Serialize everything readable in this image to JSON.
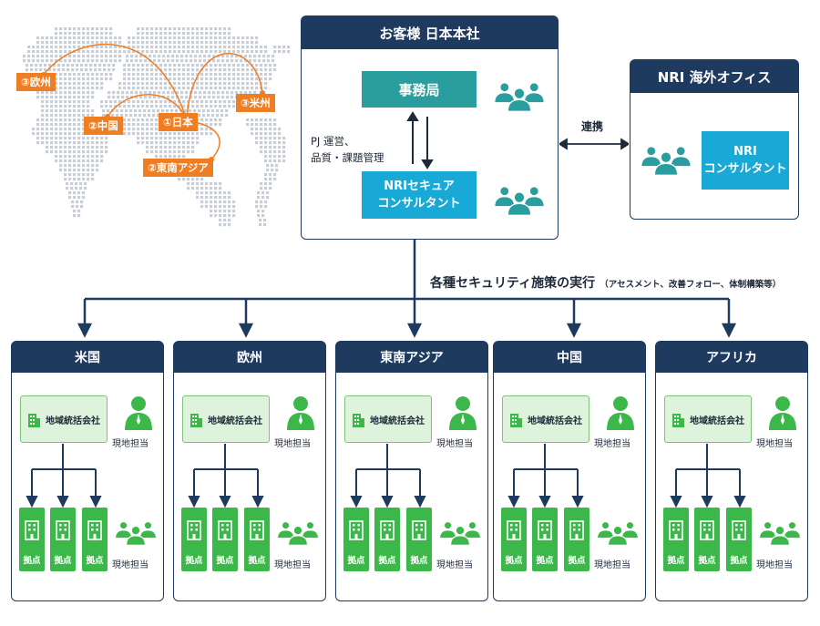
{
  "map": {
    "tags": [
      "③欧州",
      "②中国",
      "①日本",
      "③米州",
      "②東南アジア"
    ]
  },
  "hq": {
    "title": "お客様 日本本社",
    "office_box": "事務局",
    "consultant_box_line1": "NRIセキュア",
    "consultant_box_line2": "コンサルタント",
    "mgmt_line1": "PJ 運営、",
    "mgmt_line2": "品質・課題管理"
  },
  "link_label": "連携",
  "overseas": {
    "title": "NRI 海外オフィス",
    "box_line1": "NRI",
    "box_line2": "コンサルタント"
  },
  "execution": {
    "main": "各種セキュリティ施策の実行",
    "sub": "（アセスメント、改善フォロー、体制構築等）"
  },
  "regions": [
    {
      "name": "米国"
    },
    {
      "name": "欧州"
    },
    {
      "name": "東南アジア"
    },
    {
      "name": "中国"
    },
    {
      "name": "アフリカ"
    }
  ],
  "region_labels": {
    "hq_company": "地域統括会社",
    "local_staff": "現地担当",
    "base": "拠点"
  },
  "colors": {
    "navy": "#1f3a5f",
    "teal": "#2a9d9f",
    "cyan": "#18a9d6",
    "green": "#3cb84a",
    "light_green": "#dff3dc",
    "orange": "#ef7d21"
  }
}
